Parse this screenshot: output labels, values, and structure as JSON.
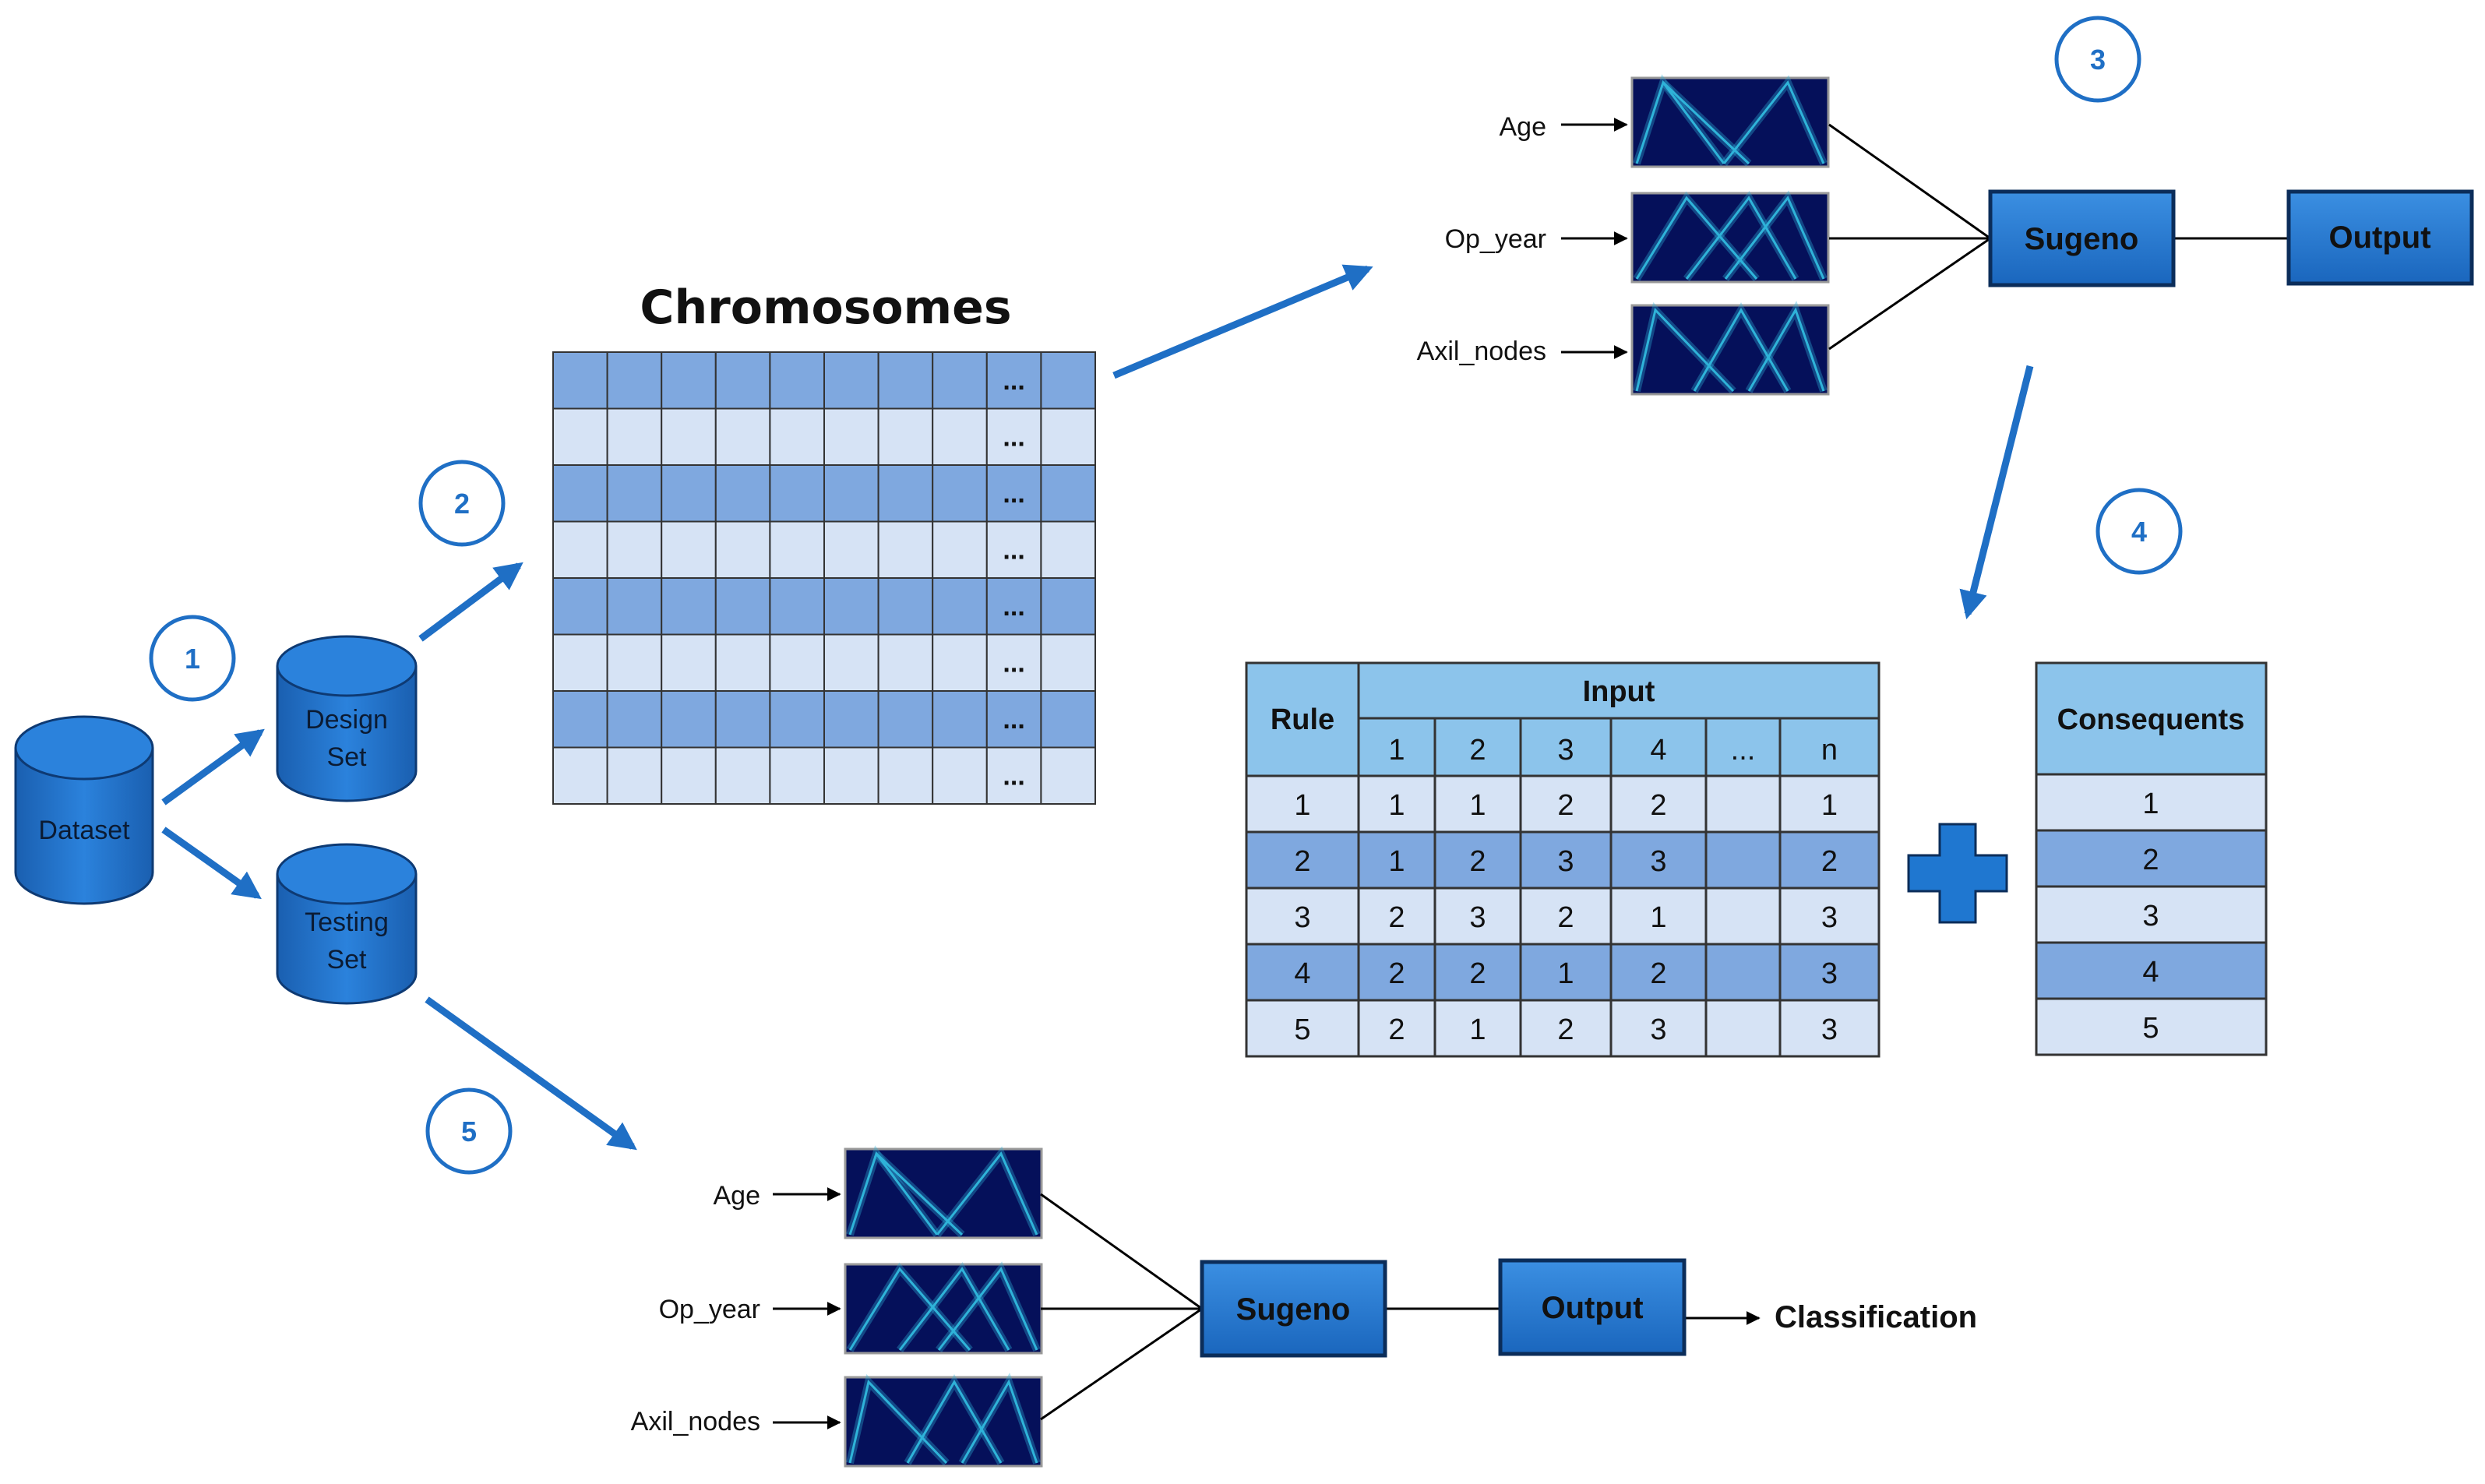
{
  "title": "Chromosomes",
  "datasets": {
    "dataset": "Dataset",
    "design_line1": "Design",
    "design_line2": "Set",
    "testing_line1": "Testing",
    "testing_line2": "Set"
  },
  "steps": [
    "1",
    "2",
    "3",
    "4",
    "5"
  ],
  "chromosome_grid": {
    "ellipsis": "..."
  },
  "fis_top": {
    "inputs": [
      "Age",
      "Op_year",
      "Axil_nodes"
    ],
    "sugeno": "Sugeno",
    "output": "Output"
  },
  "fis_bottom": {
    "inputs": [
      "Age",
      "Op_year",
      "Axil_nodes"
    ],
    "sugeno": "Sugeno",
    "output": "Output",
    "classification": "Classification"
  },
  "rule_table": {
    "rule_header": "Rule",
    "input_header": "Input",
    "columns": [
      "1",
      "2",
      "3",
      "4",
      "...",
      "n"
    ],
    "rows": [
      [
        "1",
        "1",
        "1",
        "2",
        "2",
        "",
        "1"
      ],
      [
        "2",
        "1",
        "2",
        "3",
        "3",
        "",
        "2"
      ],
      [
        "3",
        "2",
        "3",
        "2",
        "1",
        "",
        "3"
      ],
      [
        "4",
        "2",
        "2",
        "1",
        "2",
        "",
        "3"
      ],
      [
        "5",
        "2",
        "1",
        "2",
        "3",
        "",
        "3"
      ]
    ]
  },
  "consequents": {
    "header": "Consequents",
    "values": [
      "1",
      "2",
      "3",
      "4",
      "5"
    ]
  },
  "colors": {
    "accent_blue": "#1f6fc5",
    "dark_row": "#7fa8df",
    "light_row": "#d6e3f5",
    "header_blue": "#8cc4eb",
    "box_blue": "#1f77d0",
    "mf_bg": "#05105a",
    "mf_line": "#2fb3d9"
  }
}
